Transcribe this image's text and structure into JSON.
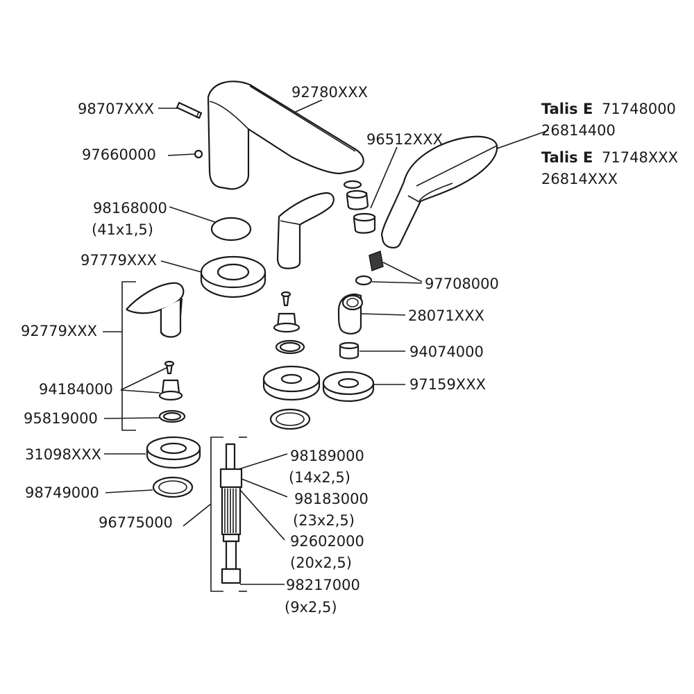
{
  "parts": {
    "p98707": "98707XXX",
    "p92780": "92780XXX",
    "p97660": "97660000",
    "p96512": "96512XXX",
    "p98168": "98168000",
    "p98168_dim": "(41x1,5)",
    "p97779": "97779XXX",
    "p97708": "97708000",
    "p92779": "92779XXX",
    "p28071": "28071XXX",
    "p94074": "94074000",
    "p94184": "94184000",
    "p97159": "97159XXX",
    "p95819": "95819000",
    "p31098": "31098XXX",
    "p98189": "98189000",
    "p98189_dim": "(14x2,5)",
    "p98749": "98749000",
    "p98183": "98183000",
    "p98183_dim": "(23x2,5)",
    "p96775": "96775000",
    "p92602": "92602000",
    "p92602_dim": "(20x2,5)",
    "p98217": "98217000",
    "p98217_dim": "(9x2,5)"
  },
  "product": {
    "line1_brand": "Talis E",
    "line1_code": "71748000",
    "line2": "26814400",
    "line3_brand": "Talis E",
    "line3_code": "71748XXX",
    "line4": "26814XXX"
  }
}
